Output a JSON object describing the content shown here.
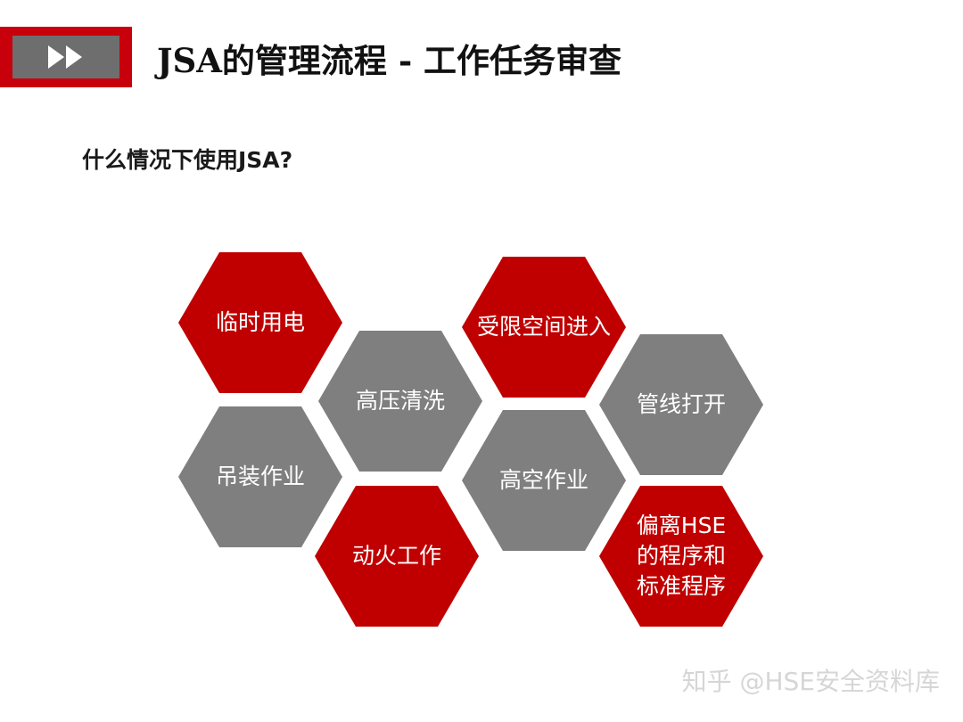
{
  "header": {
    "title": "JSA的管理流程 - 工作任务审查",
    "icon": "fast-forward-icon",
    "accent_color": "#c8000b",
    "icon_box_color": "#6e6e6e"
  },
  "question": "什么情况下使用JSA?",
  "hexagons": [
    {
      "label": "临时用电",
      "color": "red"
    },
    {
      "label": "受限空间进入",
      "color": "red"
    },
    {
      "label": "高压清洗",
      "color": "gray"
    },
    {
      "label": "管线打开",
      "color": "gray"
    },
    {
      "label": "吊装作业",
      "color": "gray"
    },
    {
      "label": "高空作业",
      "color": "gray"
    },
    {
      "label": "动火工作",
      "color": "red"
    },
    {
      "label": "偏离HSE\n的程序和\n标准程序",
      "color": "red"
    }
  ],
  "colors": {
    "red": "#c00000",
    "gray": "#7f7f7f"
  },
  "watermark": "知乎 @HSE安全资料库"
}
